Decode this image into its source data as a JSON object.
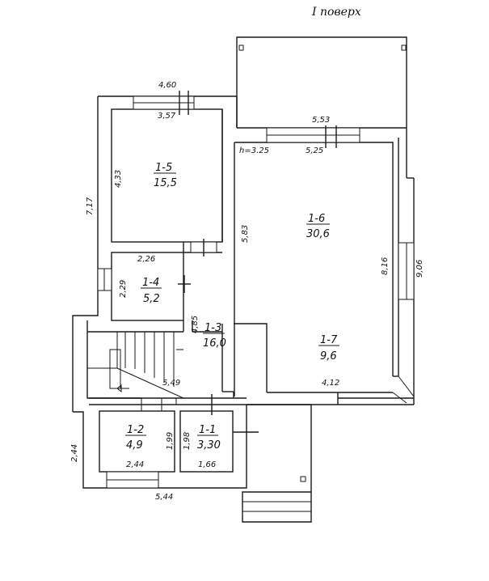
{
  "title": "I поверх",
  "rooms": [
    {
      "id": "1-5",
      "area": "15,5"
    },
    {
      "id": "1-6",
      "area": "30,6"
    },
    {
      "id": "1-4",
      "area": "5,2"
    },
    {
      "id": "1-3",
      "area": "16,0"
    },
    {
      "id": "1-7",
      "area": "9,6"
    },
    {
      "id": "1-2",
      "area": "4,9"
    },
    {
      "id": "1-1",
      "area": "3,30"
    }
  ],
  "dimensions": {
    "d_4_60": "4,60",
    "d_3_57": "3,57",
    "d_4_33": "4,33",
    "d_7_17": "7,17",
    "d_5_53": "5,53",
    "d_5_25": "5,25",
    "d_h": "h=3.25",
    "d_5_83": "5,83",
    "d_8_16": "8,16",
    "d_9_06": "9,06",
    "d_2_26": "2,26",
    "d_2_29": "2,29",
    "d_4_85": "4,85",
    "d_5_49": "5,49",
    "d_4_12": "4,12",
    "d_1_99": "1,99",
    "d_1_98": "1,98",
    "d_2_44_h": "2,44",
    "d_1_66": "1,66",
    "d_2_44_v": "2,44",
    "d_5_44": "5,44"
  }
}
